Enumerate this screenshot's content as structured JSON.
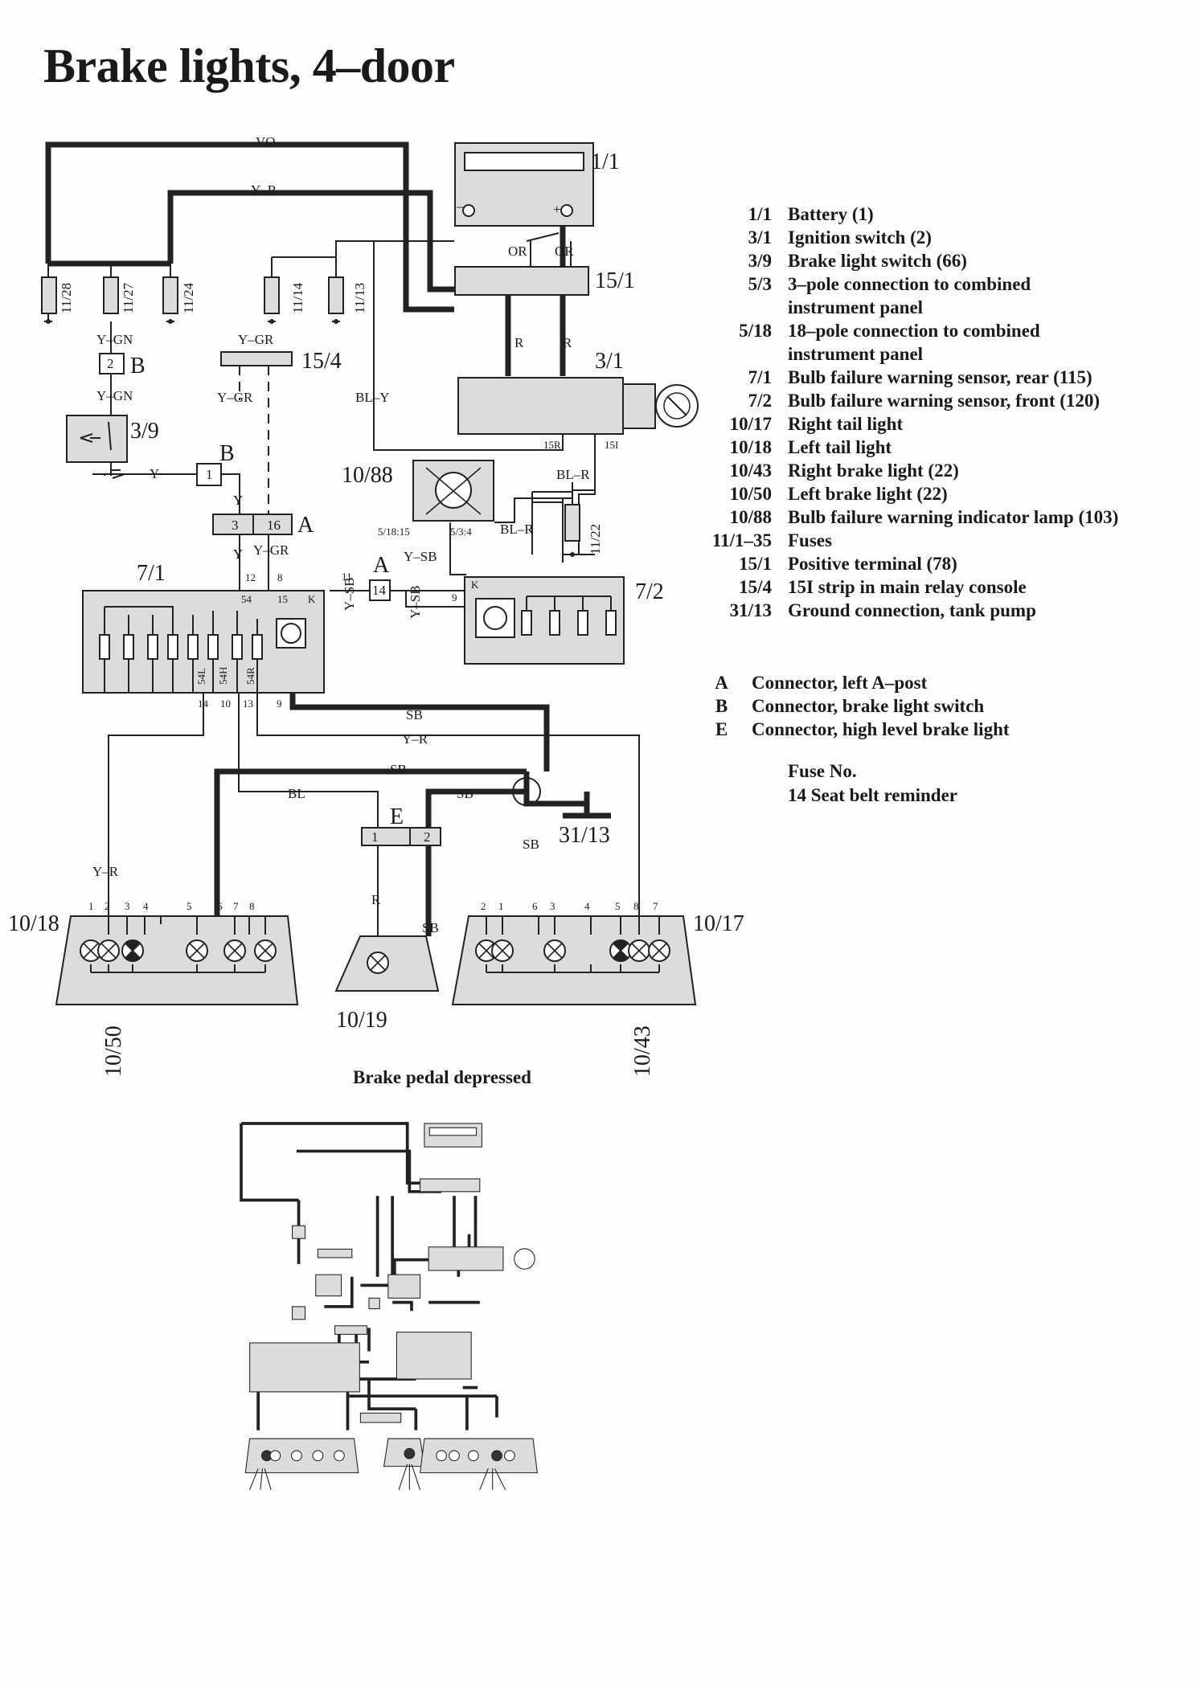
{
  "title": "Brake lights, 4–door",
  "subtitle": "Brake pedal depressed",
  "legend": [
    {
      "code": "1/1",
      "desc": "Battery (1)"
    },
    {
      "code": "3/1",
      "desc": "Ignition switch (2)"
    },
    {
      "code": "3/9",
      "desc": "Brake light switch (66)"
    },
    {
      "code": "5/3",
      "desc": "3–pole connection to combined",
      "desc2": "instrument panel"
    },
    {
      "code": "5/18",
      "desc": "18–pole connection to combined",
      "desc2": "instrument panel"
    },
    {
      "code": "7/1",
      "desc": "Bulb failure warning sensor, rear (115)"
    },
    {
      "code": "7/2",
      "desc": "Bulb failure warning sensor, front (120)"
    },
    {
      "code": "10/17",
      "desc": "Right tail light"
    },
    {
      "code": "10/18",
      "desc": "Left tail light"
    },
    {
      "code": "10/43",
      "desc": "Right brake light (22)"
    },
    {
      "code": "10/50",
      "desc": "Left brake light (22)"
    },
    {
      "code": "10/88",
      "desc": "Bulb failure warning indicator lamp (103)"
    },
    {
      "code": "11/1–35",
      "desc": "Fuses"
    },
    {
      "code": "15/1",
      "desc": "Positive terminal (78)"
    },
    {
      "code": "15/4",
      "desc": "15I strip in main relay console"
    },
    {
      "code": "31/13",
      "desc": "Ground connection, tank pump"
    }
  ],
  "connectors": [
    {
      "code": "A",
      "desc": "Connector, left A–post"
    },
    {
      "code": "B",
      "desc": "Connector, brake light switch"
    },
    {
      "code": "E",
      "desc": "Connector, high level brake light"
    }
  ],
  "fuse_note": {
    "heading": "Fuse No.",
    "text": "14 Seat belt reminder"
  },
  "diagram": {
    "components": {
      "battery": "1/1",
      "pos_terminal": "15/1",
      "ign_switch": "3/1",
      "strip_15i": "15/4",
      "brake_switch": "3/9",
      "warn_lamp": "10/88",
      "sensor_rear": "7/1",
      "sensor_front": "7/2",
      "ground": "31/13",
      "left_tail": "10/18",
      "right_tail": "10/17",
      "hl_brake": "10/19",
      "left_brake": "10/50",
      "right_brake": "10/43"
    },
    "fuses": [
      "11/28",
      "11/27",
      "11/24",
      "11/14",
      "11/13",
      "11/22"
    ],
    "connector_letters": {
      "a1": "A",
      "a2": "A",
      "b1": "B",
      "b2": "B",
      "e": "E"
    },
    "pins": {
      "b_pin": "2",
      "b2_pin": "1",
      "a_pins": [
        "3",
        "16"
      ],
      "a2_pin": "14",
      "e_pins": [
        "1",
        "2"
      ],
      "ign_15r": "15R",
      "ign_15i": "15I",
      "plus": "+",
      "minus": "–",
      "k": "K",
      "k2": "K",
      "s71_pins": [
        "12",
        "8",
        "54",
        "15"
      ],
      "s71_out": [
        "54L",
        "54H",
        "54R"
      ],
      "s71_bottom": [
        "14",
        "10",
        "13",
        "9"
      ],
      "s71_11": "11",
      "s72_9": "9",
      "lamp_518": "5/18:15",
      "lamp_53": "5/3:4",
      "left_tail_pins": [
        "1",
        "2",
        "3",
        "4",
        "5",
        "6",
        "7",
        "8"
      ],
      "right_tail_pins": [
        "2",
        "1",
        "6",
        "3",
        "4",
        "5",
        "8",
        "7"
      ]
    },
    "wires": {
      "vo": "VO",
      "yr_top": "Y–R",
      "ygn1": "Y–GN",
      "ygn2": "Y–GN",
      "ygr1": "Y–GR",
      "ygr2": "Y–GR",
      "ygr3": "Y–GR",
      "bly": "BL–Y",
      "y1": "Y",
      "y2": "Y",
      "y3": "Y",
      "ysb1": "Y–SB",
      "ysb2": "Y–SB",
      "ysb3": "Y–SB",
      "blr1": "BL–R",
      "blr2": "BL–R",
      "or1": "OR",
      "or2": "OR",
      "r1": "R",
      "r2": "R",
      "r3": "R",
      "sb1": "SB",
      "sb2": "SB",
      "sb3": "SB",
      "sb4": "SB",
      "sb5": "SB",
      "yr2": "Y–R",
      "yr3": "Y–R",
      "bl": "BL"
    }
  }
}
